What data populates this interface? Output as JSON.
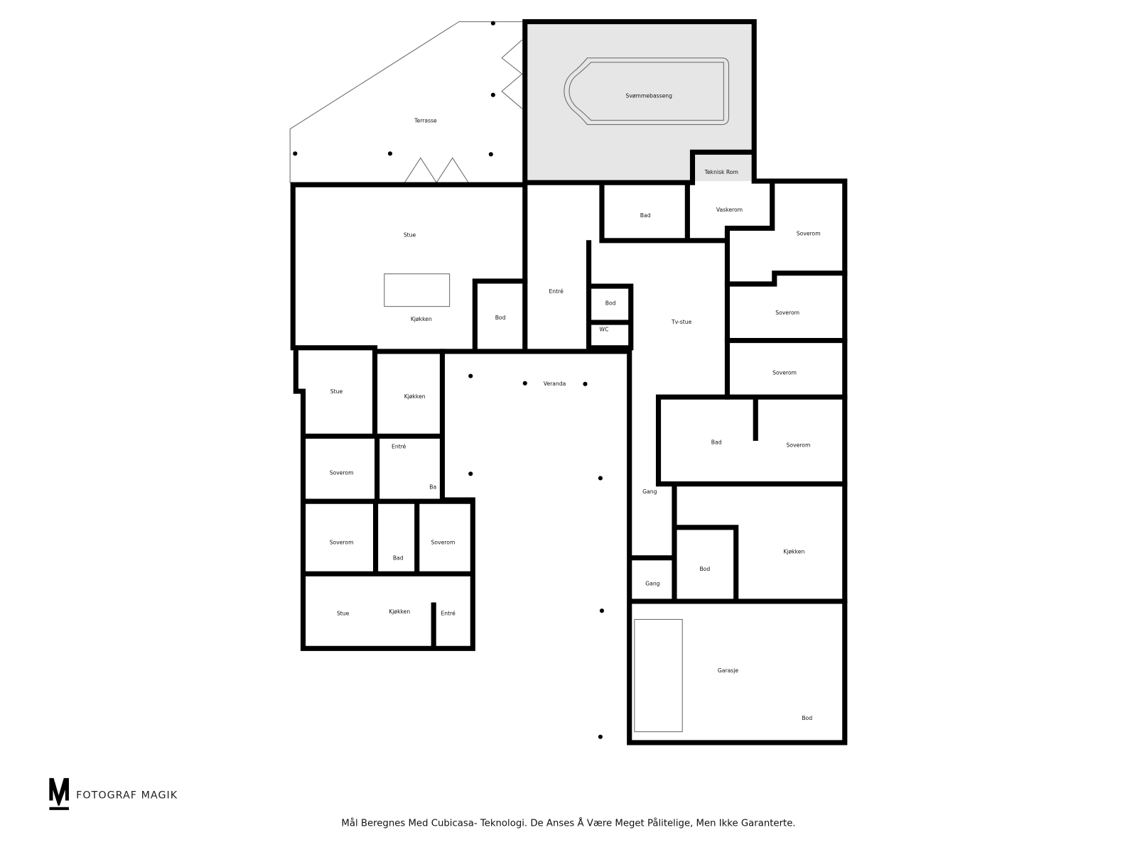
{
  "rooms": [
    "Terrasse",
    "Svømmebasseng",
    "Teknisk Rom",
    "Bad",
    "Vaskerom",
    "Soverom",
    "Stue",
    "Kjøkken",
    "Bod",
    "Entré",
    "Bod",
    "Tv-stue",
    "WC",
    "Soverom",
    "Soverom",
    "Veranda",
    "Stue",
    "Kjøkken",
    "Entré",
    "Soverom",
    "Ba",
    "Bad",
    "Soverom",
    "Gang",
    "Soverom",
    "Bad",
    "Soverom",
    "Kjøkken",
    "Bod",
    "Gang",
    "Stue",
    "Kjøkken",
    "Entré",
    "Garasje",
    "Bod"
  ],
  "brand": {
    "name": "FOTOGRAF MAGIK",
    "logo_letter": "M"
  },
  "footer": "Mål Beregnes Med Cubicasa- Teknologi. De Anses Å Være Meget Pålitelige, Men Ikke Garanterte.",
  "colors": {
    "wall": "#000000",
    "pool": "#e6e6e6"
  }
}
